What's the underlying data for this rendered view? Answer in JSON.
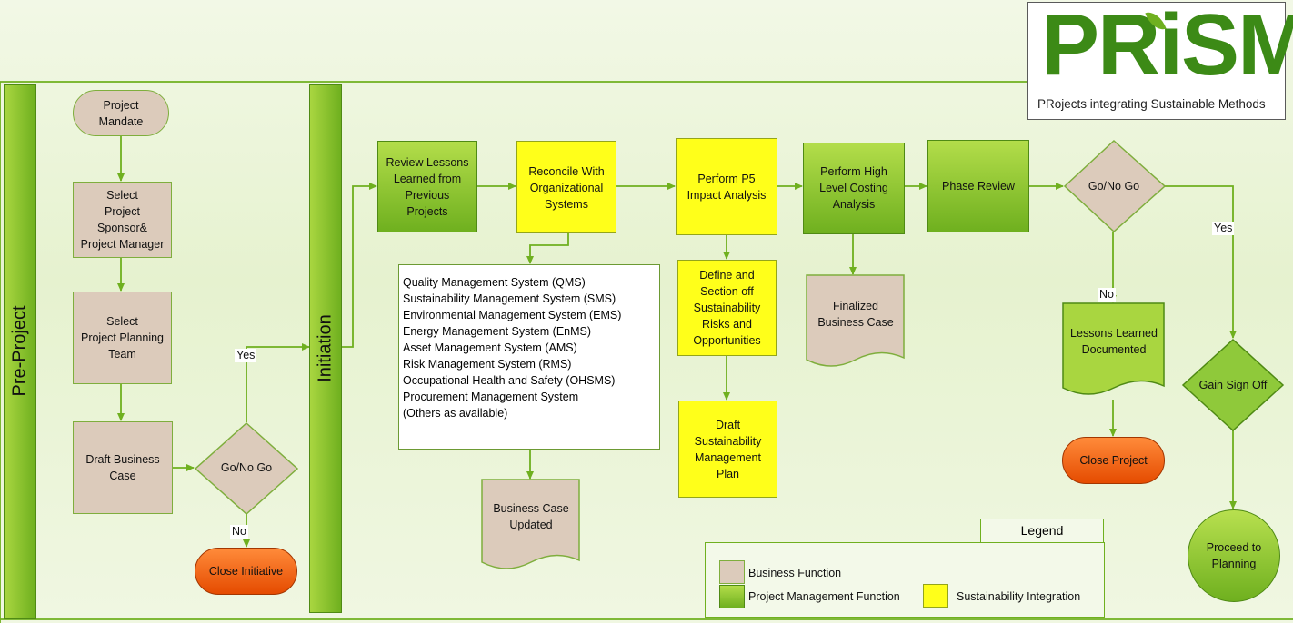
{
  "logo": {
    "wordmark": "PRiSM",
    "tagline": "PRojects integrating Sustainable Methods"
  },
  "lanes": {
    "pre_project": "Pre-Project",
    "initiation": "Initiation"
  },
  "nodes": {
    "project_mandate": "Project\nMandate",
    "select_sponsor": "Select\nProject\nSponsor&\nProject Manager",
    "select_team": "Select\nProject Planning\nTeam",
    "draft_business_case": "Draft Business\nCase",
    "go_no_go_pre": "Go/No Go",
    "close_initiative": "Close Initiative",
    "review_lessons": "Review Lessons\nLearned from\nPrevious\nProjects",
    "reconcile": "Reconcile With\nOrganizational\nSystems",
    "perform_p5": "Perform P5\nImpact Analysis",
    "perform_costing": "Perform High\nLevel Costing\nAnalysis",
    "phase_review": "Phase Review",
    "go_no_go_init": "Go/No Go",
    "define_section": "Define and\nSection off\nSustainability\nRisks and\nOpportunities",
    "draft_sustainability": "Draft\nSustainability\nManagement\nPlan",
    "finalized_business_case": "Finalized\nBusiness Case",
    "business_case_updated": "Business Case\nUpdated",
    "lessons_learned_documented": "Lessons Learned\nDocumented",
    "close_project": "Close Project",
    "gain_sign_off": "Gain Sign Off",
    "proceed_to_planning": "Proceed to\nPlanning"
  },
  "systems_list": [
    "Quality Management System (QMS)",
    "Sustainability Management System (SMS)",
    "Environmental Management System (EMS)",
    "Energy Management System (EnMS)",
    "Asset Management System (AMS)",
    "Risk Management System (RMS)",
    "Occupational Health and Safety (OHSMS)",
    "Procurement Management System",
    "(Others as available)"
  ],
  "edge_labels": {
    "yes_pre": "Yes",
    "no_pre": "No",
    "yes_init": "Yes",
    "no_init": "No"
  },
  "legend": {
    "title": "Legend",
    "business_function": "Business Function",
    "project_management_function": "Project Management Function",
    "sustainability_integration": "Sustainability Integration"
  },
  "colors": {
    "business_function": "#dccbbb",
    "project_management_function": "#7dbb27",
    "sustainability_integration": "#ffff1a",
    "terminator_red": "#ee5a0c",
    "brand_green": "#3c8a16"
  }
}
